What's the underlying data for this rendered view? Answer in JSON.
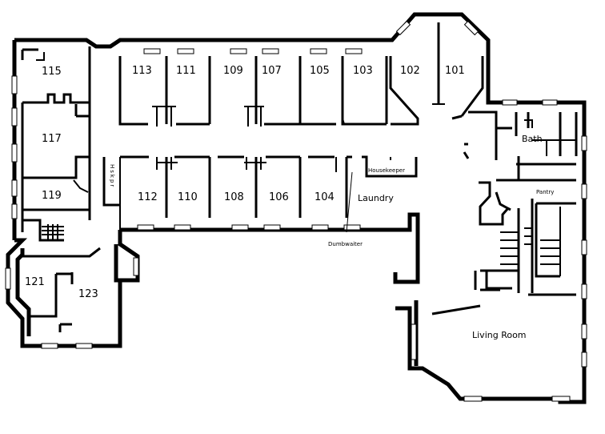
{
  "rooms": {
    "r115": "115",
    "r113": "113",
    "r111": "111",
    "r109": "109",
    "r107": "107",
    "r105": "105",
    "r103": "103",
    "r102": "102",
    "r101": "101",
    "r117": "117",
    "r119": "119",
    "r112": "112",
    "r110": "110",
    "r108": "108",
    "r106": "106",
    "r104": "104",
    "r121": "121",
    "r123": "123"
  },
  "labels": {
    "bath": "Bath",
    "pantry": "Pantry",
    "housekeeper": "Housekeeper",
    "laundry": "Laundry",
    "dumbwaiter": "Dumbwaiter",
    "living_room": "Living Room",
    "hskpr_vertical": "Hskpr"
  }
}
